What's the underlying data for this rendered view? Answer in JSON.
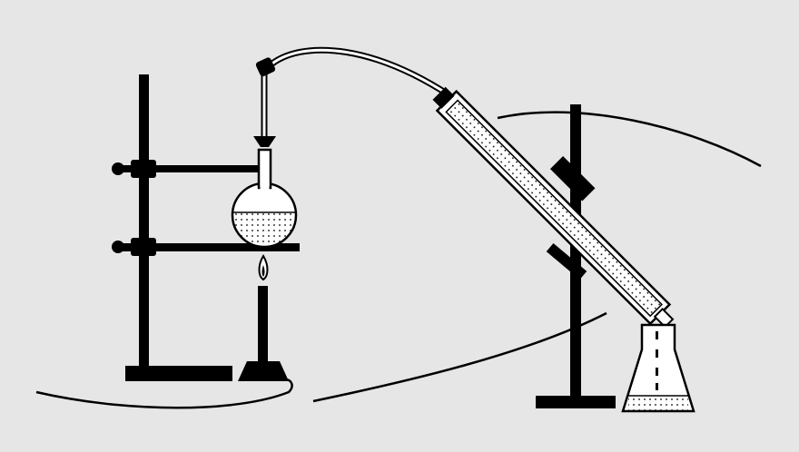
{
  "diagram": {
    "subject": "distillation-apparatus",
    "colors": {
      "background": "#e6e6e6",
      "stroke": "#000000",
      "fill": "#ffffff"
    },
    "components": [
      "retort-stand-left",
      "round-bottom-flask",
      "bunsen-burner",
      "delivery-tube",
      "condenser",
      "retort-stand-right",
      "conical-flask",
      "tubing"
    ]
  }
}
